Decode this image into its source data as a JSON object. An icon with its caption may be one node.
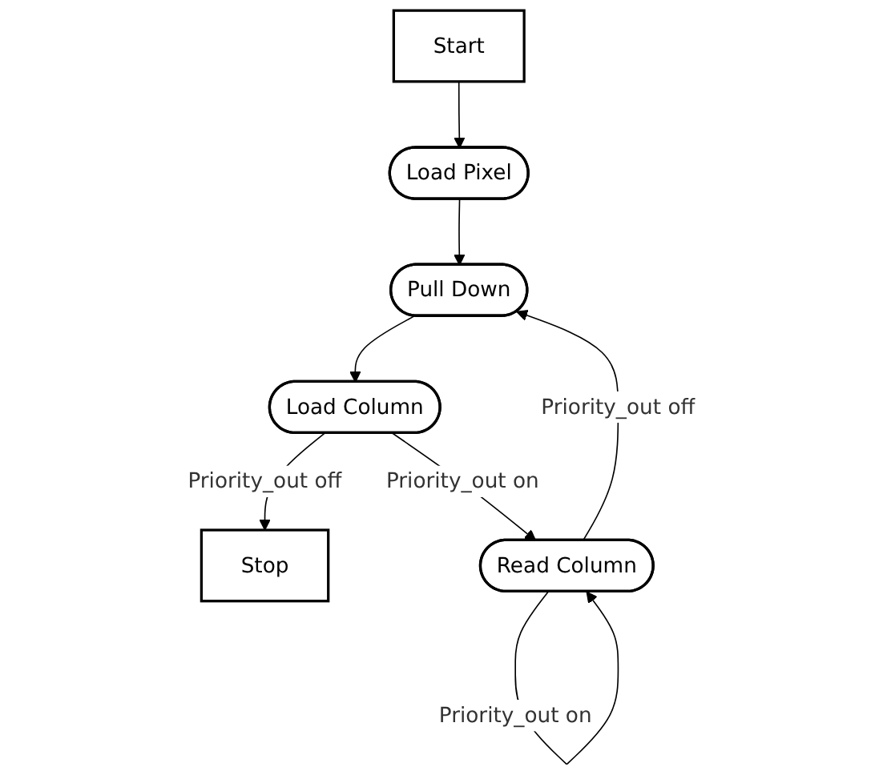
{
  "diagram": {
    "nodes": [
      {
        "text": [
          "Start"
        ]
      },
      {
        "text": [
          "Load Pixel"
        ]
      },
      {
        "text": [
          "Pull Down"
        ]
      },
      {
        "text": [
          "Load Column"
        ]
      },
      {
        "text": [
          "Stop"
        ]
      },
      {
        "text": [
          "Read Column"
        ]
      }
    ],
    "edges": [
      {
        "from": 0,
        "to": 1,
        "arrow": "to"
      },
      {
        "from": 1,
        "to": 2,
        "arrow": "to"
      },
      {
        "from": 2,
        "to": 3,
        "arrow": "to"
      },
      {
        "from": 3,
        "to": 4,
        "arrow": "to",
        "label": "Priority_out off"
      },
      {
        "from": 3,
        "to": 5,
        "arrow": "to",
        "label": "Priority_out on"
      },
      {
        "from": 5,
        "to": 5,
        "arrow": "to",
        "label": "Priority_out on"
      },
      {
        "from": 5,
        "to": 2,
        "arrow": "to",
        "label": "Priority_out off"
      }
    ]
  }
}
